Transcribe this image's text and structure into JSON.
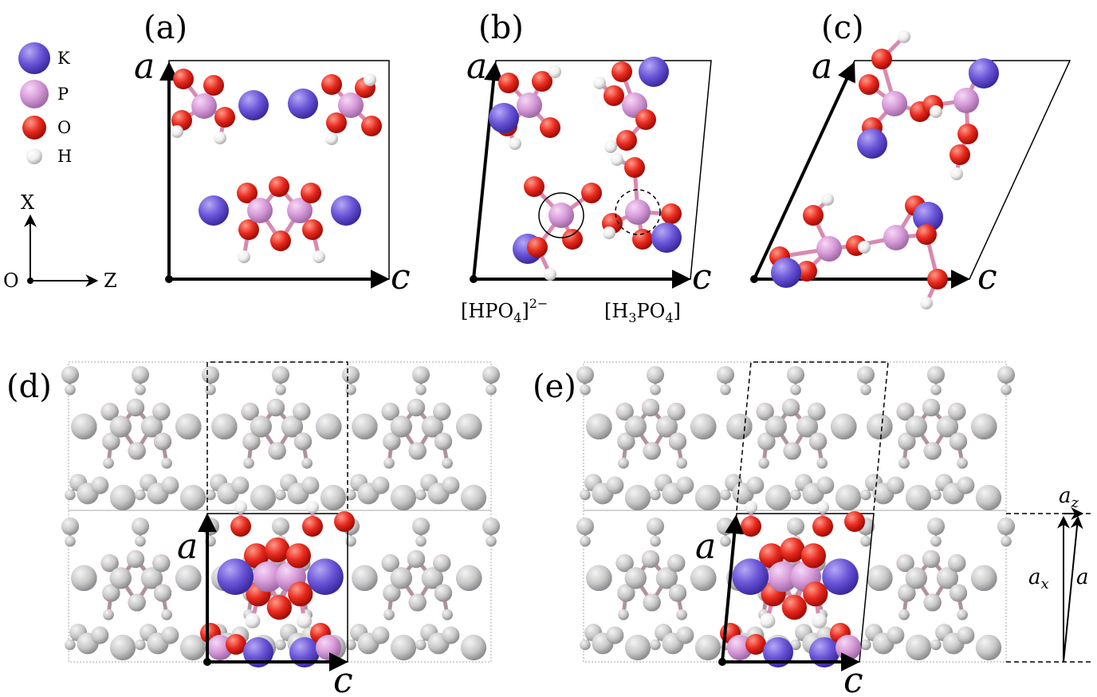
{
  "panels": {
    "a": {
      "label": "(a)",
      "axis_vertical": "a",
      "axis_horizontal": "c"
    },
    "b": {
      "label": "(b)",
      "axis_vertical": "a",
      "axis_horizontal": "c",
      "species_left": {
        "main": "[HPO",
        "sub": "4",
        "tail": "]",
        "sup": "2−"
      },
      "species_right": {
        "main": "[H",
        "sub1": "3",
        "mid": "PO",
        "sub2": "4",
        "tail": "]"
      }
    },
    "c": {
      "label": "(c)",
      "axis_vertical": "a",
      "axis_horizontal": "c"
    },
    "d": {
      "label": "(d)",
      "axis_vertical": "a",
      "axis_horizontal": "c"
    },
    "e": {
      "label": "(e)",
      "axis_vertical": "a",
      "axis_horizontal": "c",
      "components": {
        "az": {
          "base": "a",
          "sub": "z"
        },
        "ax": {
          "base": "a",
          "sub": "x"
        },
        "a": "a"
      }
    }
  },
  "legend": [
    {
      "symbol": "K",
      "color": "#6a55d8"
    },
    {
      "symbol": "P",
      "color": "#d69ad8"
    },
    {
      "symbol": "O",
      "color": "#e82a1e"
    },
    {
      "symbol": "H",
      "color": "#f2f2f2"
    }
  ],
  "coordinate_system": {
    "vertical": "X",
    "horizontal": "Z",
    "origin": "O"
  },
  "colors": {
    "K": "#6a55d8",
    "P": "#d69ad8",
    "O": "#e82a1e",
    "H": "#f2f2f2",
    "ghost": "#c8c8c8",
    "line": "#000000"
  }
}
